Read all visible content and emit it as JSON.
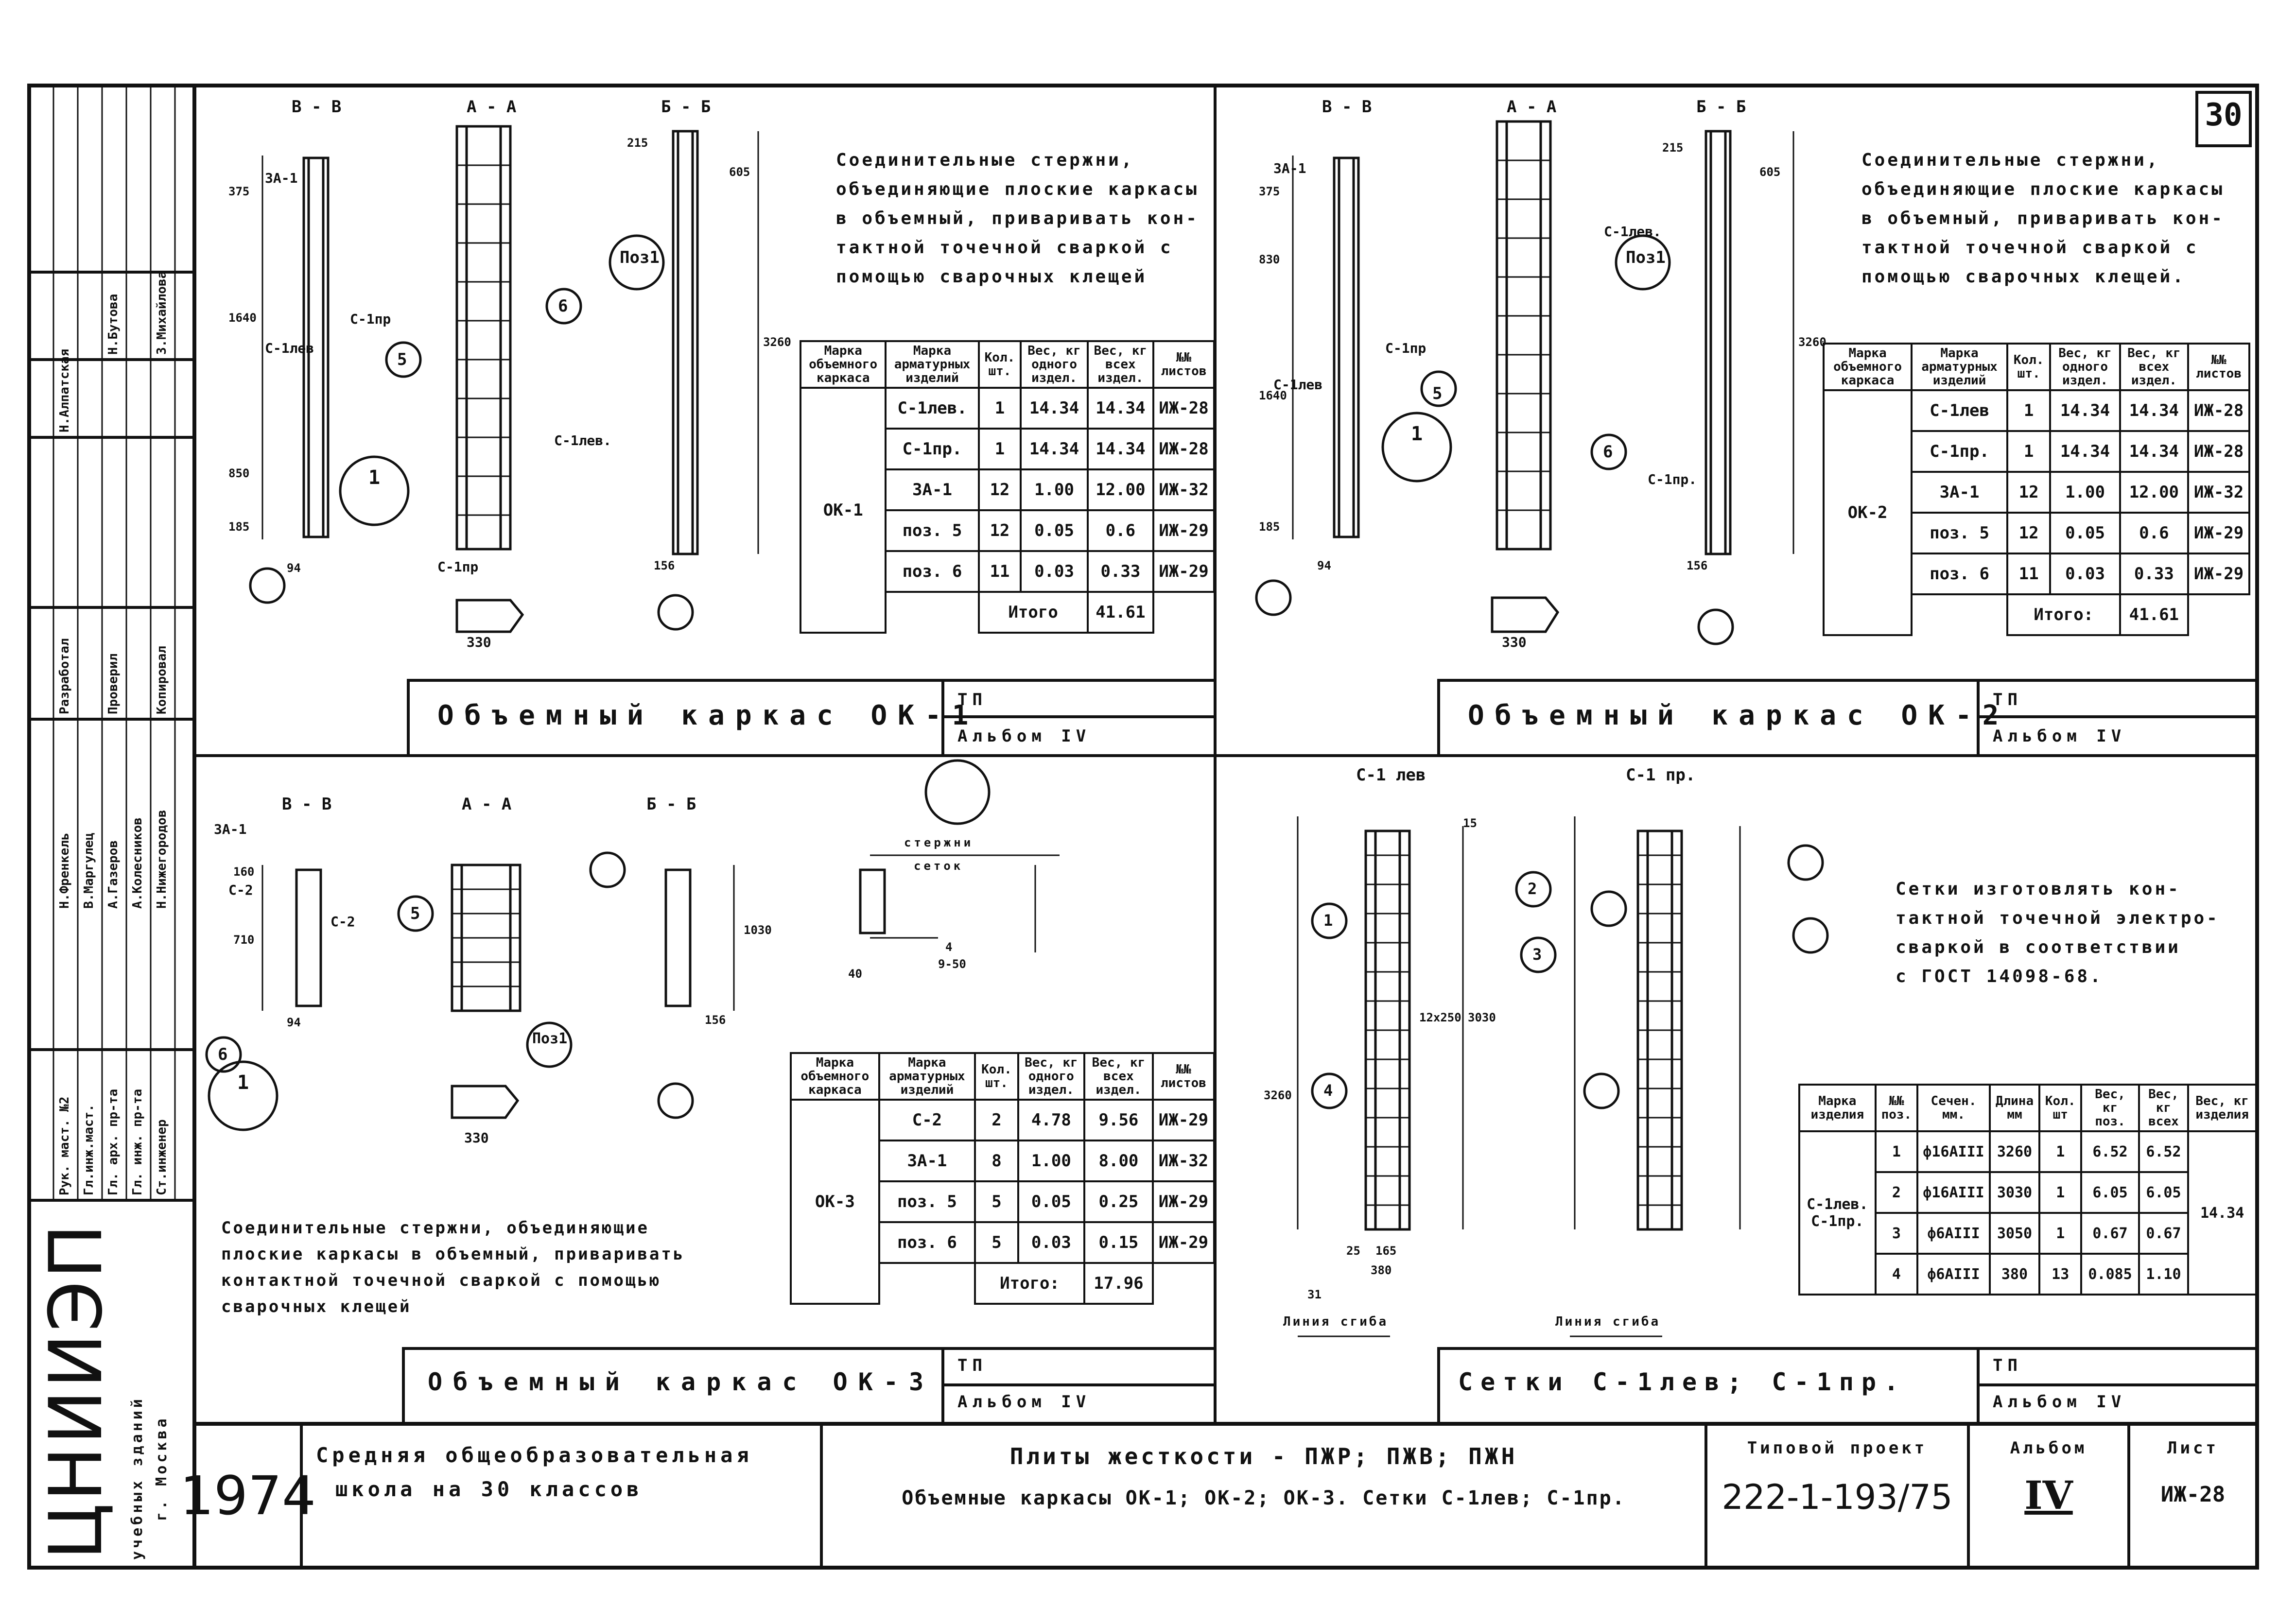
{
  "sheet_number": "30",
  "sidebar": {
    "org_name": "ЦНИИЭП",
    "org_sub1": "учебных зданий",
    "org_sub2": "г. Москва",
    "roles": [
      "Рук. маст. №2",
      "Гл.инж.маст.",
      "Гл. арх. пр-та",
      "Гл. инж. пр-та",
      "Ст.инженер",
      "Разработал",
      "Проверил",
      "Копировал"
    ],
    "names": [
      "Н.Френкель",
      "В.Маргулец",
      "А.Газеров",
      "А.Колесников",
      "Н.Нижегородов",
      "Н.Алпатская",
      "Н.Бутова",
      "З.Михайлова"
    ]
  },
  "panels": {
    "ok1": {
      "section_labels": [
        "В - В",
        "А - А",
        "Б - Б"
      ],
      "note": "Соединительные стержни,\nобъединяющие плоские каркасы\nв объемный, приваривать кон-\nтактной точечной сваркой с\nпомощью сварочных клещей",
      "labels": [
        "3А-1",
        "С-1пр",
        "С-1лев",
        "С-1лев.",
        "С-1пр",
        "Поз1",
        "1",
        "5",
        "6",
        "375",
        "1640",
        "850",
        "185",
        "94",
        "156",
        "330",
        "215",
        "605",
        "3260"
      ],
      "table": {
        "headers": [
          "Марка объемного каркаса",
          "Марка арматурных изделий",
          "Кол. шт.",
          "Вес, кг одного издел.",
          "Вес, кг всех издел.",
          "№№ листов"
        ],
        "mark": "ОК-1",
        "rows": [
          [
            "С-1лев.",
            "1",
            "14.34",
            "14.34",
            "ИЖ-28"
          ],
          [
            "С-1пр.",
            "1",
            "14.34",
            "14.34",
            "ИЖ-28"
          ],
          [
            "3А-1",
            "12",
            "1.00",
            "12.00",
            "ИЖ-32"
          ],
          [
            "поз. 5",
            "12",
            "0.05",
            "0.6",
            "ИЖ-29"
          ],
          [
            "поз. 6",
            "11",
            "0.03",
            "0.33",
            "ИЖ-29"
          ]
        ],
        "total_label": "Итого",
        "total": "41.61"
      },
      "title": "Объемный каркас ОК-1",
      "tp": "ТП",
      "album": "Альбом IV"
    },
    "ok2": {
      "section_labels": [
        "В - В",
        "А - А",
        "Б - Б"
      ],
      "note": "Соединительные стержни,\nобъединяющие плоские каркасы\nв объемный, приваривать кон-\nтактной точечной сваркой с\nпомощью сварочных клещей.",
      "labels": [
        "3А-1",
        "С-1пр",
        "С-1лев",
        "С-1лев.",
        "С-1пр.",
        "Поз1",
        "1",
        "5",
        "6",
        "375",
        "1640",
        "830",
        "185",
        "94",
        "156",
        "330",
        "215",
        "605",
        "3260"
      ],
      "table": {
        "headers": [
          "Марка объемного каркаса",
          "Марка арматурных изделий",
          "Кол. шт.",
          "Вес, кг одного издел.",
          "Вес, кг всех издел.",
          "№№ листов"
        ],
        "mark": "ОК-2",
        "rows": [
          [
            "С-1лев",
            "1",
            "14.34",
            "14.34",
            "ИЖ-28"
          ],
          [
            "С-1пр.",
            "1",
            "14.34",
            "14.34",
            "ИЖ-28"
          ],
          [
            "3А-1",
            "12",
            "1.00",
            "12.00",
            "ИЖ-32"
          ],
          [
            "поз. 5",
            "12",
            "0.05",
            "0.6",
            "ИЖ-29"
          ],
          [
            "поз. 6",
            "11",
            "0.03",
            "0.33",
            "ИЖ-29"
          ]
        ],
        "total_label": "Итого:",
        "total": "41.61"
      },
      "title": "Объемный каркас ОК-2",
      "tp": "ТП",
      "album": "Альбом IV"
    },
    "ok3": {
      "section_labels": [
        "В - В",
        "А - А",
        "Б - Б"
      ],
      "note": "Соединительные стержни, объединяющие\nплоские каркасы в объемный, приваривать\nконтактной точечной сваркой с помощью\nсварочных клещей",
      "labels": [
        "3А-1",
        "С-2",
        "С-2",
        "Поз1",
        "1",
        "5",
        "6",
        "160",
        "710",
        "1030",
        "94",
        "156",
        "330",
        "стержни",
        "сеток",
        "40",
        "4",
        "9-50"
      ],
      "table": {
        "headers": [
          "Марка объемного каркаса",
          "Марка арматурных изделий",
          "Кол. шт.",
          "Вес, кг одного издел.",
          "Вес, кг всех издел.",
          "№№ листов"
        ],
        "mark": "ОК-3",
        "rows": [
          [
            "С-2",
            "2",
            "4.78",
            "9.56",
            "ИЖ-29"
          ],
          [
            "3А-1",
            "8",
            "1.00",
            "8.00",
            "ИЖ-32"
          ],
          [
            "поз. 5",
            "5",
            "0.05",
            "0.25",
            "ИЖ-29"
          ],
          [
            "поз. 6",
            "5",
            "0.03",
            "0.15",
            "ИЖ-29"
          ]
        ],
        "total_label": "Итого:",
        "total": "17.96"
      },
      "title": "Объемный каркас ОК-3",
      "tp": "ТП",
      "album": "Альбом IV"
    },
    "mesh": {
      "section_labels": [
        "С-1 лев",
        "С-1 пр."
      ],
      "note": "Сетки изготовлять кон-\nтактной точечной электро-\nсваркой в соответствии\nс ГОСТ 14098-68.",
      "labels": [
        "1",
        "2",
        "3",
        "4",
        "3260",
        "3030",
        "12x250",
        "15",
        "25",
        "165",
        "380",
        "31",
        "Линия сгиба"
      ],
      "table": {
        "headers": [
          "Марка изделия",
          "№№ поз.",
          "Сечен. мм.",
          "Длина мм",
          "Кол. шт",
          "Вес, кг поз.",
          "Вес, кг всех",
          "Вес, кг изделия"
        ],
        "mark": "С-1лев. С-1пр.",
        "rows": [
          [
            "1",
            "ф16АIII",
            "3260",
            "1",
            "6.52",
            "6.52"
          ],
          [
            "2",
            "ф16АIII",
            "3030",
            "1",
            "6.05",
            "6.05"
          ],
          [
            "3",
            "ф6АIII",
            "3050",
            "1",
            "0.67",
            "0.67"
          ],
          [
            "4",
            "ф6АIII",
            "380",
            "13",
            "0.085",
            "1.10"
          ]
        ],
        "total": "14.34"
      },
      "title": "Сетки С-1лев; С-1пр.",
      "tp": "ТП",
      "album": "Альбом IV"
    }
  },
  "stamp": {
    "year": "1974",
    "school_line1": "Средняя общеобразовательная",
    "school_line2": "школа на 30 классов",
    "product_line1": "Плиты жесткости - ПЖР; ПЖВ; ПЖН",
    "product_line2": "Объемные каркасы ОК-1; ОК-2; ОК-3. Сетки С-1лев; С-1пр.",
    "project_label": "Типовой проект",
    "project_number": "222-1-193/75",
    "album_label": "Альбом",
    "album_value": "IV",
    "sheet_label": "Лист",
    "sheet_value": "ИЖ-28"
  }
}
